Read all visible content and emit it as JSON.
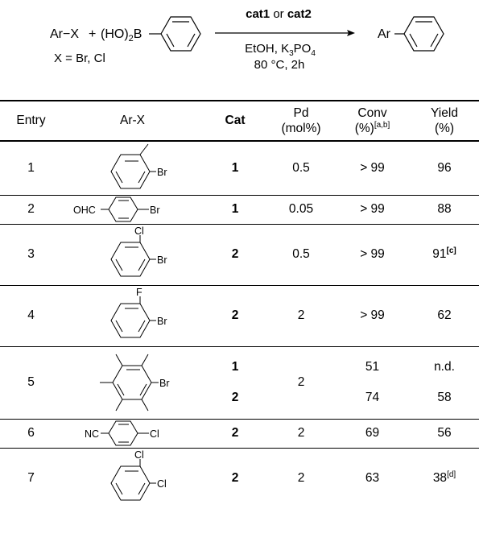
{
  "scheme": {
    "reactant1": "Ar−X",
    "plus": "+",
    "boronic_prefix": "(HO)",
    "boronic_sub": "2",
    "boronic_B": "B",
    "x_def": "X = Br, Cl",
    "cat1": "cat1",
    "or": " or ",
    "cat2": "cat2",
    "conditions_a": "EtOH, K",
    "conditions_sub3": "3",
    "conditions_b": "PO",
    "conditions_sub4": "4",
    "temp_time": "80 °C, 2h",
    "product_ar": "Ar"
  },
  "table": {
    "headers": {
      "entry": "Entry",
      "arx": "Ar-X",
      "cat": "Cat",
      "pd_line1": "Pd",
      "pd_line2": "(mol%)",
      "conv_line1": "Conv",
      "conv_line2": "(%)",
      "conv_sup": "[a,b]",
      "yield_line1": "Yield",
      "yield_line2": "(%)"
    },
    "rows": [
      {
        "entry": "1",
        "cat": "1",
        "pd": "0.5",
        "conv": "> 99",
        "yield": "96",
        "yield_sup": "",
        "labels": [
          "Br"
        ]
      },
      {
        "entry": "2",
        "cat": "1",
        "pd": "0.05",
        "conv": "> 99",
        "yield": "88",
        "yield_sup": "",
        "labels": [
          "OHC",
          "Br"
        ]
      },
      {
        "entry": "3",
        "cat": "2",
        "pd": "0.5",
        "conv": "> 99",
        "yield": "91",
        "yield_sup": "[c]",
        "labels": [
          "Cl",
          "Br"
        ]
      },
      {
        "entry": "4",
        "cat": "2",
        "pd": "2",
        "conv": "> 99",
        "yield": "62",
        "yield_sup": "",
        "labels": [
          "F",
          "Br"
        ]
      },
      {
        "entry": "5",
        "cat_a": "1",
        "cat_b": "2",
        "pd": "2",
        "conv_a": "51",
        "conv_b": "74",
        "yield_a": "n.d.",
        "yield_b": "58",
        "labels": [
          "Br"
        ]
      },
      {
        "entry": "6",
        "cat": "2",
        "pd": "2",
        "conv": "69",
        "yield": "56",
        "yield_sup": "",
        "labels": [
          "NC",
          "Cl"
        ]
      },
      {
        "entry": "7",
        "cat": "2",
        "pd": "2",
        "conv": "63",
        "yield": "38",
        "yield_sup": "[d]",
        "labels": [
          "Cl",
          "Cl"
        ]
      }
    ]
  }
}
